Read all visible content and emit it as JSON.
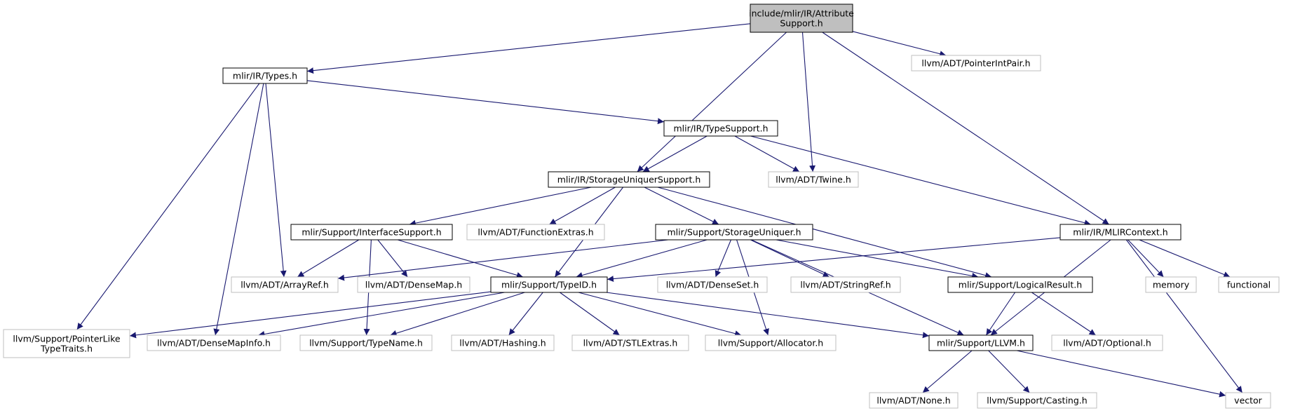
{
  "title": "include/mlir/IR/AttributeSupport.h",
  "colors": {
    "edge": "#191970",
    "root_fill": "#bfbfbf",
    "documented_border": "#000000",
    "undocumented_border": "#bfbfbf"
  },
  "nodes": [
    {
      "id": "root",
      "lines": [
        "include/mlir/IR/Attribute",
        "Support.h"
      ],
      "kind": "root"
    },
    {
      "id": "types",
      "lines": [
        "mlir/IR/Types.h"
      ],
      "kind": "documented"
    },
    {
      "id": "pip",
      "lines": [
        "llvm/ADT/PointerIntPair.h"
      ],
      "kind": "external"
    },
    {
      "id": "typesupport",
      "lines": [
        "mlir/IR/TypeSupport.h"
      ],
      "kind": "documented"
    },
    {
      "id": "sus",
      "lines": [
        "mlir/IR/StorageUniquerSupport.h"
      ],
      "kind": "documented"
    },
    {
      "id": "twine",
      "lines": [
        "llvm/ADT/Twine.h"
      ],
      "kind": "external"
    },
    {
      "id": "iface",
      "lines": [
        "mlir/Support/InterfaceSupport.h"
      ],
      "kind": "documented"
    },
    {
      "id": "funcextras",
      "lines": [
        "llvm/ADT/FunctionExtras.h"
      ],
      "kind": "external"
    },
    {
      "id": "su",
      "lines": [
        "mlir/Support/StorageUniquer.h"
      ],
      "kind": "documented"
    },
    {
      "id": "ctx",
      "lines": [
        "mlir/IR/MLIRContext.h"
      ],
      "kind": "documented"
    },
    {
      "id": "arrayref",
      "lines": [
        "llvm/ADT/ArrayRef.h"
      ],
      "kind": "external"
    },
    {
      "id": "densemap",
      "lines": [
        "llvm/ADT/DenseMap.h"
      ],
      "kind": "external"
    },
    {
      "id": "typeid",
      "lines": [
        "mlir/Support/TypeID.h"
      ],
      "kind": "documented"
    },
    {
      "id": "denseset",
      "lines": [
        "llvm/ADT/DenseSet.h"
      ],
      "kind": "external"
    },
    {
      "id": "stringref",
      "lines": [
        "llvm/ADT/StringRef.h"
      ],
      "kind": "external"
    },
    {
      "id": "logical",
      "lines": [
        "mlir/Support/LogicalResult.h"
      ],
      "kind": "documented"
    },
    {
      "id": "memory",
      "lines": [
        "memory"
      ],
      "kind": "external"
    },
    {
      "id": "functional",
      "lines": [
        "functional"
      ],
      "kind": "external"
    },
    {
      "id": "plt",
      "lines": [
        "llvm/Support/PointerLike",
        "TypeTraits.h"
      ],
      "kind": "external"
    },
    {
      "id": "dmi",
      "lines": [
        "llvm/ADT/DenseMapInfo.h"
      ],
      "kind": "external"
    },
    {
      "id": "typename",
      "lines": [
        "llvm/Support/TypeName.h"
      ],
      "kind": "external"
    },
    {
      "id": "hashing",
      "lines": [
        "llvm/ADT/Hashing.h"
      ],
      "kind": "external"
    },
    {
      "id": "stlextras",
      "lines": [
        "llvm/ADT/STLExtras.h"
      ],
      "kind": "external"
    },
    {
      "id": "allocator",
      "lines": [
        "llvm/Support/Allocator.h"
      ],
      "kind": "external"
    },
    {
      "id": "llvmh",
      "lines": [
        "mlir/Support/LLVM.h"
      ],
      "kind": "documented"
    },
    {
      "id": "optional",
      "lines": [
        "llvm/ADT/Optional.h"
      ],
      "kind": "external"
    },
    {
      "id": "none",
      "lines": [
        "llvm/ADT/None.h"
      ],
      "kind": "external"
    },
    {
      "id": "casting",
      "lines": [
        "llvm/Support/Casting.h"
      ],
      "kind": "external"
    },
    {
      "id": "vector",
      "lines": [
        "vector"
      ],
      "kind": "external"
    }
  ],
  "edges": [
    [
      "root",
      "types"
    ],
    [
      "root",
      "sus"
    ],
    [
      "root",
      "twine"
    ],
    [
      "root",
      "pip"
    ],
    [
      "root",
      "ctx"
    ],
    [
      "types",
      "typesupport"
    ],
    [
      "types",
      "arrayref"
    ],
    [
      "types",
      "plt"
    ],
    [
      "types",
      "dmi"
    ],
    [
      "typesupport",
      "sus"
    ],
    [
      "typesupport",
      "twine"
    ],
    [
      "typesupport",
      "ctx"
    ],
    [
      "sus",
      "iface"
    ],
    [
      "sus",
      "funcextras"
    ],
    [
      "sus",
      "su"
    ],
    [
      "sus",
      "typeid"
    ],
    [
      "sus",
      "logical"
    ],
    [
      "iface",
      "arrayref"
    ],
    [
      "iface",
      "densemap"
    ],
    [
      "iface",
      "typeid"
    ],
    [
      "iface",
      "typename"
    ],
    [
      "su",
      "arrayref"
    ],
    [
      "su",
      "typeid"
    ],
    [
      "su",
      "denseset"
    ],
    [
      "su",
      "stringref"
    ],
    [
      "su",
      "logical"
    ],
    [
      "su",
      "llvmh"
    ],
    [
      "su",
      "allocator"
    ],
    [
      "ctx",
      "typeid"
    ],
    [
      "ctx",
      "memory"
    ],
    [
      "ctx",
      "functional"
    ],
    [
      "ctx",
      "llvmh"
    ],
    [
      "ctx",
      "vector"
    ],
    [
      "typeid",
      "plt"
    ],
    [
      "typeid",
      "dmi"
    ],
    [
      "typeid",
      "typename"
    ],
    [
      "typeid",
      "hashing"
    ],
    [
      "typeid",
      "stlextras"
    ],
    [
      "typeid",
      "allocator"
    ],
    [
      "typeid",
      "llvmh"
    ],
    [
      "logical",
      "llvmh"
    ],
    [
      "logical",
      "optional"
    ],
    [
      "llvmh",
      "none"
    ],
    [
      "llvmh",
      "casting"
    ],
    [
      "llvmh",
      "vector"
    ]
  ]
}
